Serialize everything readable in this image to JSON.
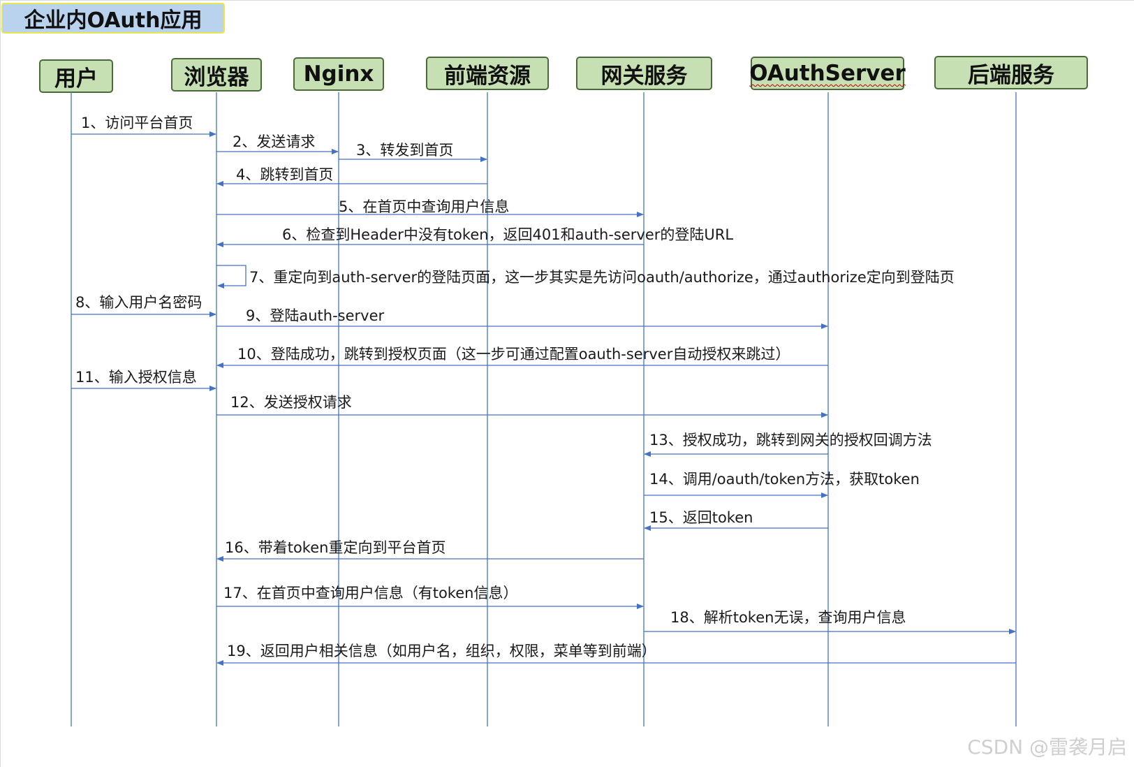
{
  "title": "企业内OAuth应用",
  "participants": [
    {
      "id": "user",
      "label": "用户"
    },
    {
      "id": "browser",
      "label": "浏览器"
    },
    {
      "id": "nginx",
      "label": "Nginx"
    },
    {
      "id": "frontend",
      "label": "前端资源"
    },
    {
      "id": "gateway",
      "label": "网关服务"
    },
    {
      "id": "oauth",
      "label": "OAuthServer"
    },
    {
      "id": "backend",
      "label": "后端服务"
    }
  ],
  "messages": [
    {
      "from": "user",
      "to": "browser",
      "label": "1、访问平台首页"
    },
    {
      "from": "browser",
      "to": "nginx",
      "label": "2、发送请求"
    },
    {
      "from": "nginx",
      "to": "frontend",
      "label": "3、转发到首页"
    },
    {
      "from": "frontend",
      "to": "browser",
      "label": "4、跳转到首页"
    },
    {
      "from": "browser",
      "to": "gateway",
      "label": "5、在首页中查询用户信息"
    },
    {
      "from": "gateway",
      "to": "browser",
      "label": "6、检查到Header中没有token，返回401和auth-server的登陆URL"
    },
    {
      "from": "browser",
      "to": "browser",
      "label": "7、重定向到auth-server的登陆页面，这一步其实是先访问oauth/authorize，通过authorize定向到登陆页"
    },
    {
      "from": "user",
      "to": "browser",
      "label": "8、输入用户名密码"
    },
    {
      "from": "browser",
      "to": "oauth",
      "label": "9、登陆auth-server"
    },
    {
      "from": "oauth",
      "to": "browser",
      "label": "10、登陆成功，跳转到授权页面（这一步可通过配置oauth-server自动授权来跳过）"
    },
    {
      "from": "user",
      "to": "browser",
      "label": "11、输入授权信息"
    },
    {
      "from": "browser",
      "to": "oauth",
      "label": "12、发送授权请求"
    },
    {
      "from": "oauth",
      "to": "gateway",
      "label": "13、授权成功，跳转到网关的授权回调方法"
    },
    {
      "from": "gateway",
      "to": "oauth",
      "label": "14、调用/oauth/token方法，获取token"
    },
    {
      "from": "oauth",
      "to": "gateway",
      "label": "15、返回token"
    },
    {
      "from": "gateway",
      "to": "browser",
      "label": "16、带着token重定向到平台首页"
    },
    {
      "from": "browser",
      "to": "gateway",
      "label": "17、在首页中查询用户信息（有token信息）"
    },
    {
      "from": "gateway",
      "to": "backend",
      "label": "18、解析token无误，查询用户信息"
    },
    {
      "from": "backend",
      "to": "browser",
      "label": "19、返回用户相关信息（如用户名，组织，权限，菜单等到前端）"
    }
  ],
  "colors": {
    "participant_fill": "#c6e0b4",
    "participant_border": "#4a6a3a",
    "lifeline": "#4472c4",
    "arrow": "#4472c4",
    "title_fill": "#b9d3ee",
    "title_border": "#e8e84a"
  },
  "watermark": "CSDN @雷袭月启"
}
